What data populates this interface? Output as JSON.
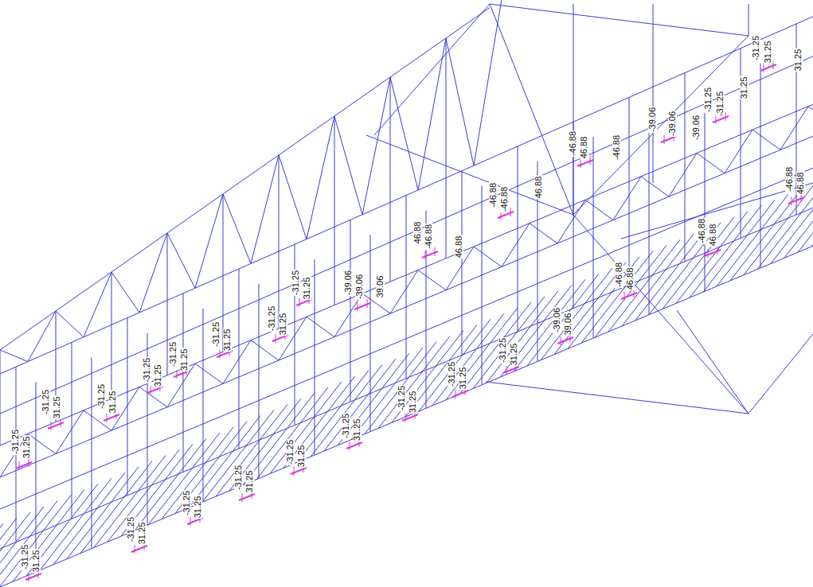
{
  "diagram": {
    "labels": [
      "-31.25",
      "31.25",
      "-31.25",
      "31.25",
      "-31.25",
      "31.25",
      "-31.25",
      "31.25",
      "-31.25",
      "31.25",
      "-31.25",
      "31.25",
      "-31.25",
      "31.25",
      "-31.25",
      "31.25",
      "-39.06",
      "-39.06",
      "39.06",
      "46.88",
      "-46.88",
      "46.88",
      "-46.88",
      "-46.88",
      "46.88",
      "-46.88",
      "46.88",
      "-46.88",
      "-39.06",
      "-39.06",
      "-39.06",
      "-31.25",
      "-31.25",
      "31.25",
      "-31.25",
      "31.25",
      "31.25",
      "-31.25",
      "31.25",
      "-31.25",
      "31.25",
      "-31.25",
      "31.25",
      "-31.25",
      "31.25",
      "-31.25",
      "31.25",
      "-31.25",
      "31.25",
      "-31.25",
      "31.25",
      "-31.25",
      "31.25",
      "-31.25",
      "31.25",
      "-39.06",
      "39.06",
      "-46.88",
      "46.88",
      "-46.88",
      "46.88",
      "-46.88",
      "46.88"
    ]
  }
}
